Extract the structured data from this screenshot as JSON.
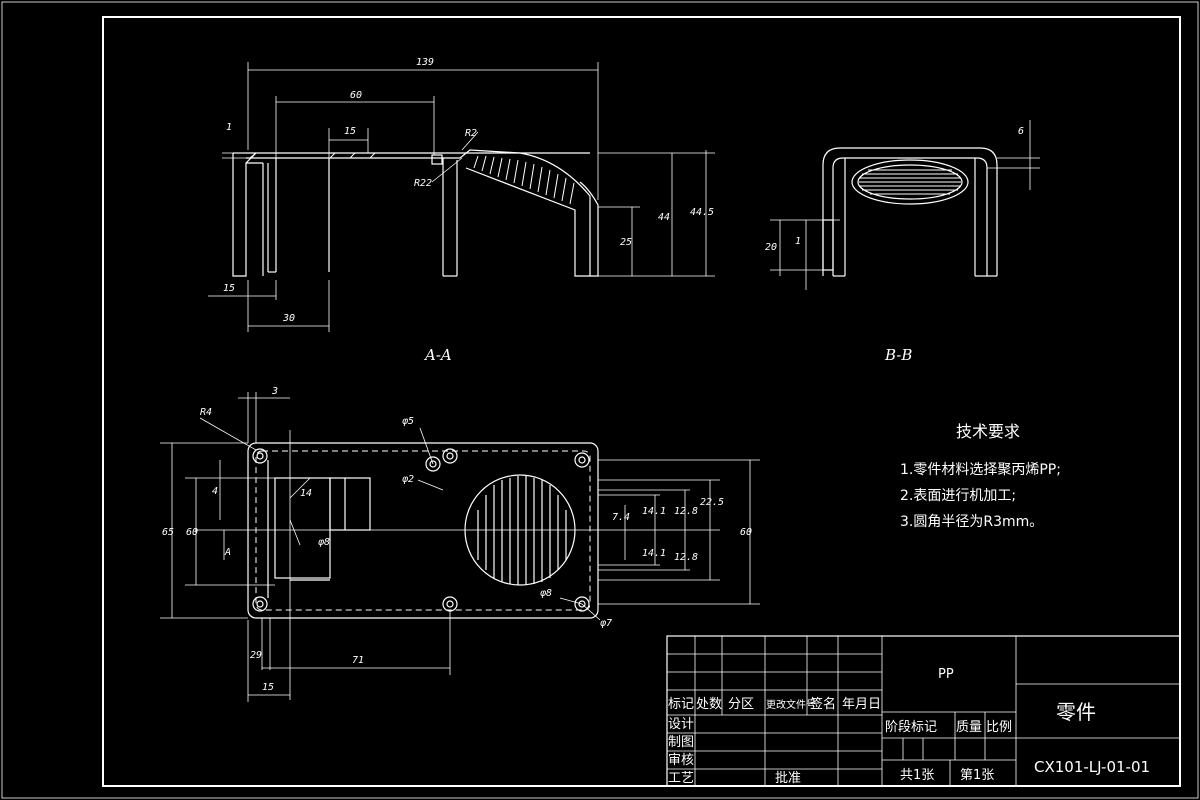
{
  "views": {
    "section_aa": "A-A",
    "section_bb": "B-B"
  },
  "dimensions_aa": {
    "d139": "139",
    "d60": "60",
    "d15": "15",
    "d1": "1",
    "r2": "R2",
    "r22": "R22",
    "d15b": "15",
    "d30": "30",
    "d25": "25",
    "d44": "44",
    "d44_5": "44.5"
  },
  "dimensions_bb": {
    "d6": "6",
    "d20": "20",
    "d1": "1"
  },
  "dimensions_plan": {
    "d3": "3",
    "r4": "R4",
    "phi5": "φ5",
    "phi2": "φ2",
    "d60": "60",
    "d65": "65",
    "phi8": "φ8",
    "d14": "14",
    "d4": "4",
    "a": "A",
    "d7_4": "7.4",
    "d14_1": "14.1",
    "d12_8": "12.8",
    "d22_5": "22.5",
    "d60r": "60",
    "d14_1b": "14.1",
    "d12_8b": "12.8",
    "phi8b": "φ8",
    "phi7": "φ7",
    "d29": "29",
    "d15": "15",
    "d71": "71"
  },
  "requirements": {
    "title": "技术要求",
    "items": [
      "1.零件材料选择聚丙烯PP;",
      "2.表面进行机加工;",
      "3.圆角半径为R3mm。"
    ]
  },
  "title_block": {
    "material": "PP",
    "part_name": "零件",
    "drawing_no": "CX101-LJ-01-01",
    "header_row": [
      "标记",
      "处数",
      "分区",
      "更改文件号",
      "签名",
      "年月日"
    ],
    "rows": [
      "设计",
      "制图",
      "审核",
      "工艺"
    ],
    "approve": "批准",
    "stage_row": [
      "阶段标记",
      "质量",
      "比例"
    ],
    "sheets": "共1张",
    "sheet_no": "第1张"
  }
}
